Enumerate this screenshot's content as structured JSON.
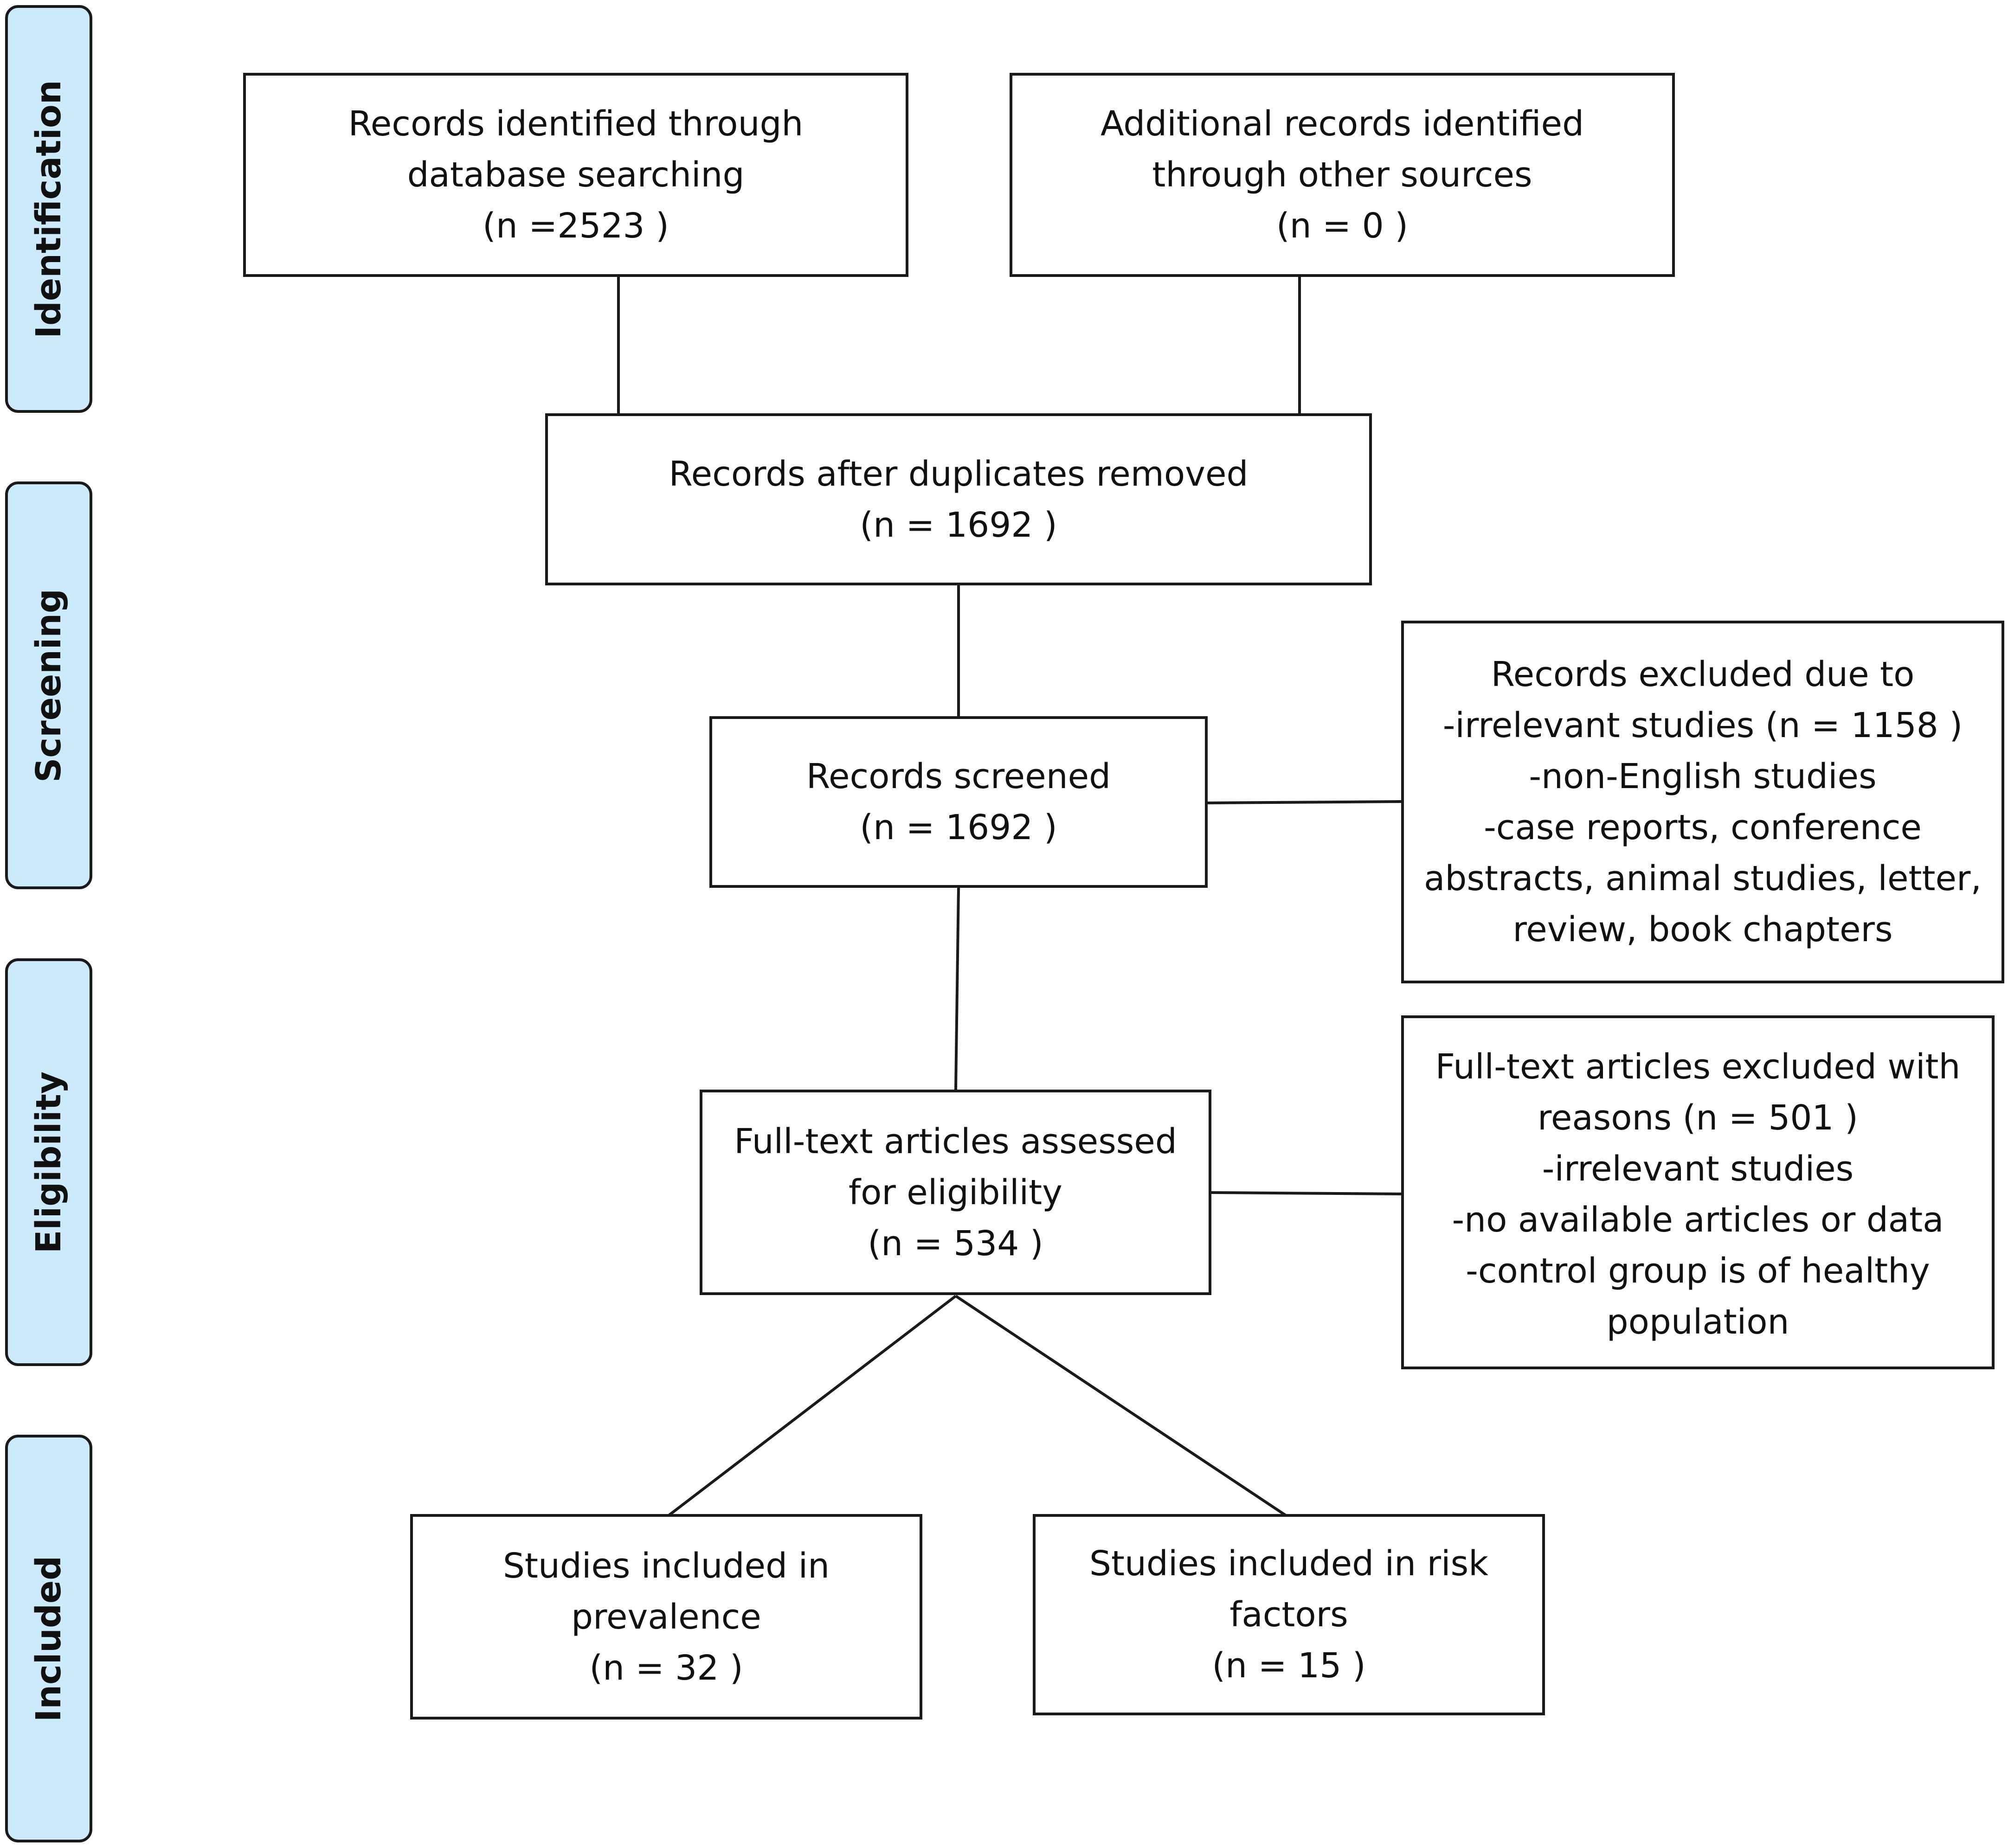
{
  "stages": {
    "identification": "Identification",
    "screening": "Screening",
    "eligibility": "Eligibility",
    "included": "Included"
  },
  "boxes": {
    "database_search": [
      "Records identified through",
      "database searching",
      "(n =2523 )"
    ],
    "other_sources": [
      "Additional records identified",
      "through other sources",
      "(n =  0 )"
    ],
    "after_duplicates": [
      "Records after duplicates removed",
      "(n =  1692 )"
    ],
    "screened": [
      "Records screened",
      "(n =  1692 )"
    ],
    "records_excluded": [
      "Records excluded due to",
      "-irrelevant studies (n =  1158 )",
      "-non-English studies",
      "-case reports, conference",
      "abstracts, animal studies, letter,",
      "review, book chapters"
    ],
    "full_text_assessed": [
      "Full-text articles assessed",
      "for eligibility",
      "(n = 534 )"
    ],
    "full_text_excluded": [
      "Full-text articles excluded with",
      "reasons (n =  501 )",
      "-irrelevant studies",
      "-no available articles or data",
      "-control group is of healthy",
      "population"
    ],
    "included_prevalence": [
      "Studies included in",
      "prevalence",
      "(n =  32 )"
    ],
    "included_risk_factors": [
      "Studies included in risk",
      "factors",
      "(n =  15 )"
    ]
  },
  "colors": {
    "stage_fill": "#cdeafc",
    "stroke": "#1a1a1a"
  }
}
